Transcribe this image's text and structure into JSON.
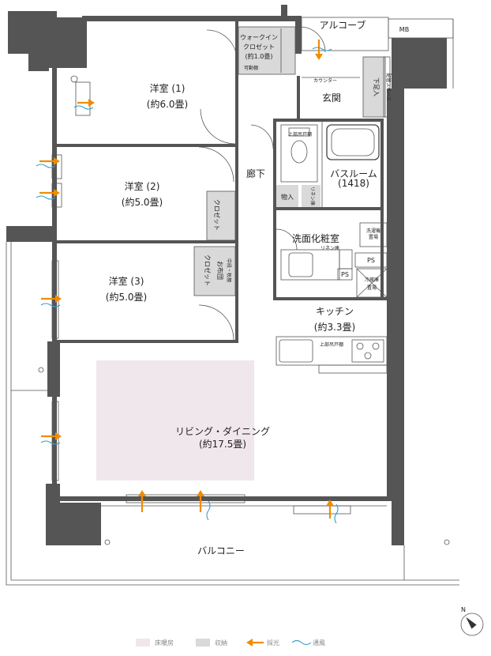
{
  "rooms": {
    "western1": {
      "name": "洋室 (1)",
      "size": "(約6.0畳)"
    },
    "western2": {
      "name": "洋室 (2)",
      "size": "(約5.0畳)"
    },
    "western3": {
      "name": "洋室 (3)",
      "size": "(約5.0畳)"
    },
    "ldk": {
      "name": "リビング・ダイニング",
      "size": "(約17.5畳)"
    },
    "kitchen": {
      "name": "キッチン",
      "size": "(約3.3畳)"
    },
    "bath": {
      "name": "バスルーム",
      "size": "(1418)"
    },
    "washroom": {
      "name": "洗面化粧室"
    },
    "entrance": {
      "name": "玄関"
    },
    "corridor": {
      "name": "廊下"
    },
    "balcony": {
      "name": "バルコニー"
    },
    "alcove": {
      "name": "アルコーブ"
    },
    "mb": {
      "name": "MB"
    }
  },
  "storage": {
    "walkin_line1": "ウォークイン",
    "walkin_line2": "クロゼット",
    "walkin_size": "(約1.0畳)",
    "movable_shelf": "可動棚",
    "closet": "クロゼット",
    "futon_line1": "中段・枕棚",
    "futon_line2": "お布団",
    "shoe_box": "下足入",
    "storage_room": "物入",
    "linen": "リネン庫",
    "linen2": "リネン庫",
    "top_shelf": "上部吊戸棚",
    "wall_shelf": "上部吊戸棚"
  },
  "fixtures": {
    "counter": "カウンター",
    "piping": "配管スペース",
    "ps1": "PS",
    "ps2": "PS",
    "washer_line1": "洗濯機",
    "washer_line2": "置場",
    "fridge_line1": "冷蔵庫",
    "fridge_line2": "置場"
  },
  "legend": {
    "floor_heating": "床暖房",
    "storage": "収納",
    "daylight": "採光",
    "ventilation": "通風"
  },
  "compass": {
    "north": "N"
  },
  "colors": {
    "wall": "#555555",
    "storage_fill": "#d9d9d9",
    "floor_heating_fill": "#efe7ec",
    "daylight_arrow": "#f08c00",
    "ventilation_mark": "#3aa0c8"
  }
}
